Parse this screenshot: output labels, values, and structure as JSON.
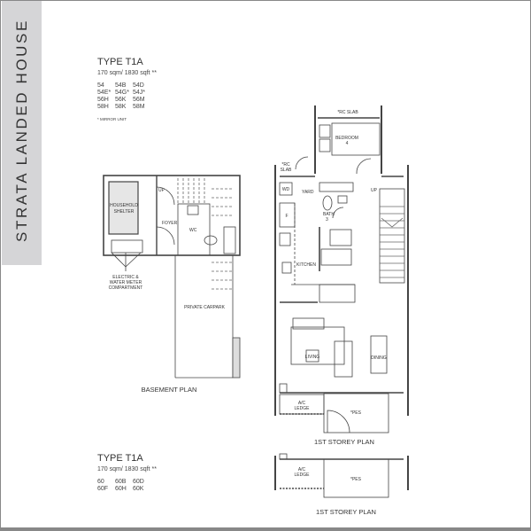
{
  "side_title": "STRATA LANDED HOUSE",
  "block1": {
    "type": "TYPE T1A",
    "area": "170 sqm/ 1830 sqft **",
    "units": [
      "54",
      "54B",
      "54D",
      "54E*",
      "54G*",
      "54J*",
      "56H",
      "56K",
      "56M",
      "58H",
      "58K",
      "58M"
    ],
    "note": "* MIRROR UNIT"
  },
  "block2": {
    "type": "TYPE T1A",
    "area": "170 sqm/ 1830 sqft **",
    "units": [
      "60",
      "60B",
      "60D",
      "60F",
      "60H",
      "60K"
    ]
  },
  "basement": {
    "caption": "BASEMENT PLAN",
    "rooms": {
      "shelter1": "HOUSEHOLD",
      "shelter2": "SHELTER",
      "foyer": "FOYER",
      "wc": "WC",
      "up": "UP",
      "meter1": "ELECTRIC &",
      "meter2": "WATER METER",
      "meter3": "COMPARTMENT",
      "carpark": "PRIVATE CARPARK"
    }
  },
  "first": {
    "caption": "1ST STOREY PLAN",
    "rooms": {
      "rc_slab_top": "*RC SLAB",
      "bedroom": "BEDROOM",
      "bedroom_no": "4",
      "rc1": "*RC",
      "rc2": "SLAB",
      "wd": "WD",
      "yard": "YARD",
      "f": "F",
      "bath": "BATH",
      "bath_no": "3",
      "up": "UP",
      "kitchen": "KITCHEN",
      "living": "LIVING",
      "dining": "DINING",
      "ac1": "A/C",
      "ac2": "LEDGE",
      "pes": "*PES"
    }
  },
  "first2": {
    "caption": "1ST STOREY PLAN",
    "ac1": "A/C",
    "ac2": "LEDGE",
    "pes": "*PES"
  }
}
